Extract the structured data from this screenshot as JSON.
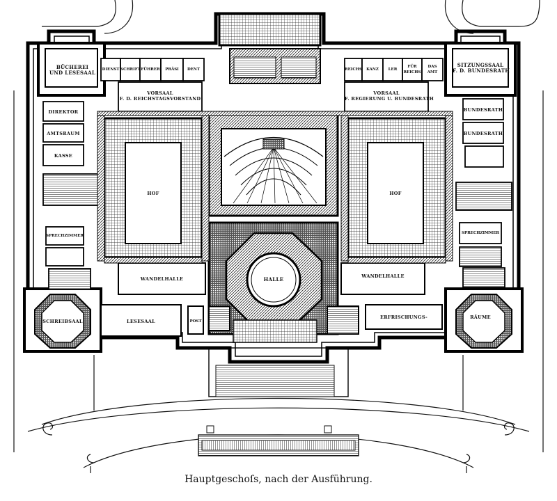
{
  "caption": "Hauptgeschoſs, nach der Ausführung.",
  "rooms": {
    "buecherei": [
      "BÜCHEREI",
      "UND LESESAAL"
    ],
    "dienst": "DIENST",
    "schrift": "SCHRIFT",
    "fuehrer": "FÜHRER",
    "praesi": "PRÄSI",
    "dent": "DENT",
    "reichs": "REICHS",
    "kanz": "KANZ",
    "ler": "LER",
    "fuer_reichs": [
      "FÜR",
      "REICHS"
    ],
    "das_amt": [
      "DAS",
      "AMT"
    ],
    "sitzungssaal": [
      "SITZUNGSSAAL",
      "F. D. BUNDESRATH"
    ],
    "vorsaal_left": [
      "VORSAAL",
      "F. D. REICHSTAGSVORSTAND"
    ],
    "vorsaal_right": [
      "VORSAAL",
      "F. REGIERUNG U. BUNDESRATH"
    ],
    "direktor": "DIREKTOR",
    "amtsraum": "AMTSRAUM",
    "kasse": "KASSE",
    "bundesrath_1": "BUNDESRATH",
    "bundesrath_2": "BUNDESRATH",
    "hof_left": "HOF",
    "hof_right": "HOF",
    "sprechzimmer_left": "SPRECHZIMMER",
    "sprechzimmer_right": "SPRECHZIMMER",
    "wandelhalle_left": "WANDELHALLE",
    "wandelhalle_right": "WANDELHALLE",
    "halle": "HALLE",
    "schreibsaal": "SCHREIBSAAL",
    "lesesaal": "LESESAAL",
    "post": "POST",
    "erfrischungs": "ERFRISCHUNGS-",
    "raeume": "RÄUME"
  }
}
